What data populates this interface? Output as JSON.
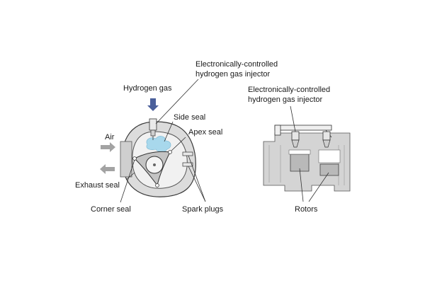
{
  "labels": {
    "injector_left": [
      "Electronically-controlled",
      "hydrogen gas injector"
    ],
    "injector_right": [
      "Electronically-controlled",
      "hydrogen gas injector"
    ],
    "hydrogen_gas": "Hydrogen gas",
    "side_seal": "Side seal",
    "apex_seal": "Apex seal",
    "air": "Air",
    "exhaust_seal": "Exhaust seal",
    "corner_seal": "Corner seal",
    "spark_plugs": "Spark plugs",
    "rotors": "Rotors"
  },
  "colors": {
    "hydrogen_arrow": "#4a5f9a",
    "air_arrow": "#a3a3a3",
    "hydrogen_cloud": "#a8d8ec",
    "housing_fill": "#d6d6d6",
    "rotor_fill": "#c2c2c2",
    "line": "#3a3a3a"
  }
}
